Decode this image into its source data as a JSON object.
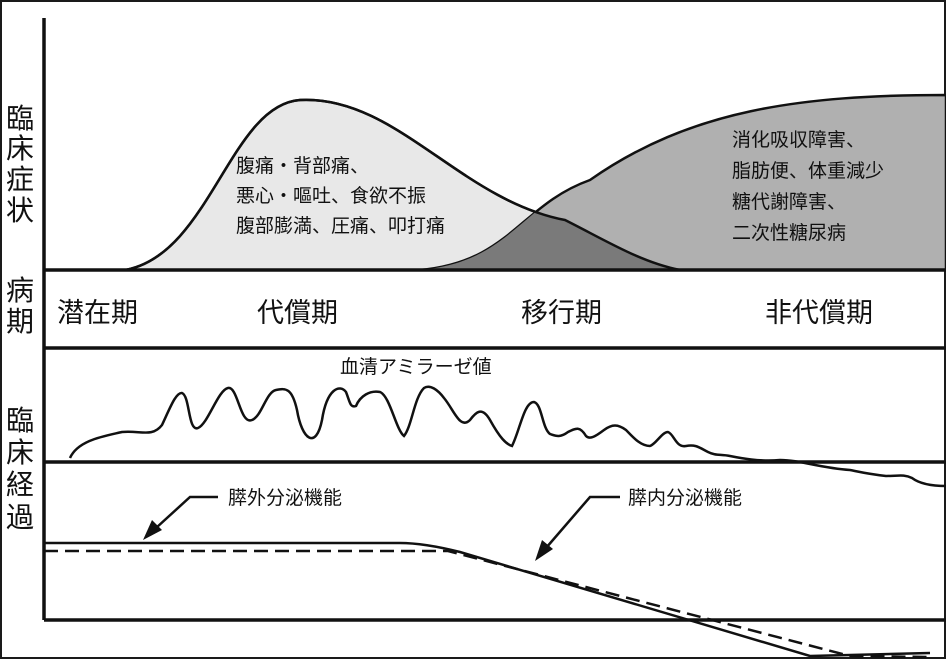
{
  "axis_labels": {
    "symptoms": [
      "臨",
      "床",
      "症",
      "状"
    ],
    "stage": [
      "病",
      "期"
    ],
    "course": [
      "臨",
      "床",
      "経",
      "過"
    ]
  },
  "phases": [
    "潜在期",
    "代償期",
    "移行期",
    "非代償期"
  ],
  "symptom_groups": {
    "early": [
      "腹痛・背部痛、",
      "悪心・嘔吐、食欲不振",
      "腹部膨満、圧痛、叩打痛"
    ],
    "late": [
      "消化吸収障害、",
      "脂肪便、体重減少",
      "糖代謝障害、",
      "二次性糖尿病"
    ]
  },
  "markers": {
    "amylase": "血清アミラーゼ値",
    "exocrine": "膵外分泌機能",
    "endocrine": "膵内分泌機能"
  },
  "colors": {
    "early_fill": "#e8e8e8",
    "late_fill": "#b0b0b0",
    "overlap_fill": "#7a7a7a",
    "line": "#111111"
  }
}
